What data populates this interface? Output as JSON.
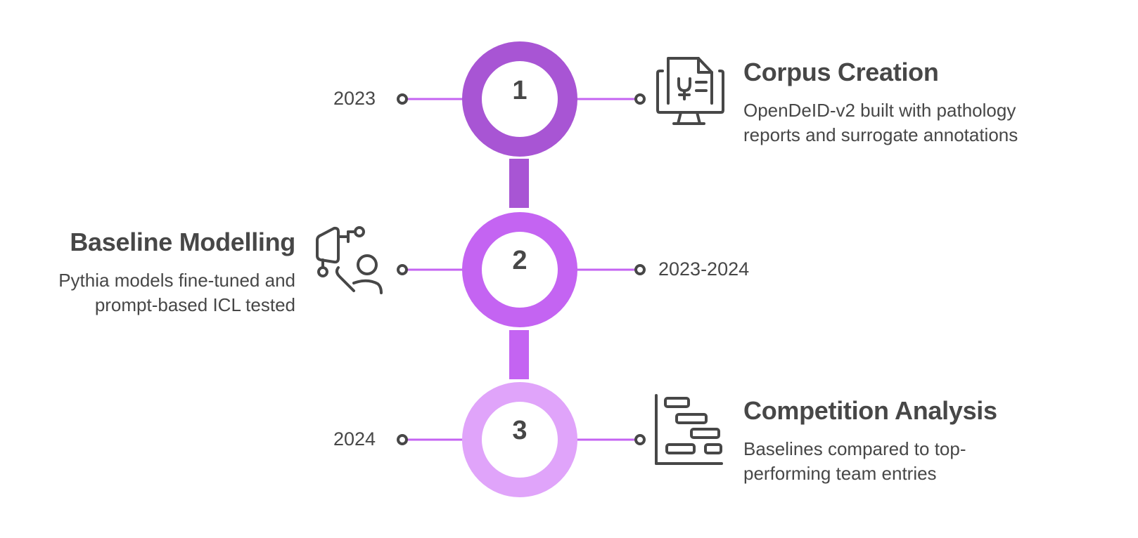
{
  "colors": {
    "step1": "#A855D4",
    "step2": "#C464F2",
    "step3": "#E0A4FA",
    "connector_line": "#C464F2",
    "text": "#474747",
    "icon_stroke": "#474747"
  },
  "steps": [
    {
      "number": "1",
      "title": "Corpus Creation",
      "description_lines": [
        "OpenDeID-v2 built with pathology",
        "reports and surrogate annotations"
      ],
      "date": "2023",
      "icon": "monitor-document-icon",
      "side": "right"
    },
    {
      "number": "2",
      "title": "Baseline Modelling",
      "description_lines": [
        "Pythia models fine-tuned and",
        "prompt-based ICL tested"
      ],
      "date": "2023-2024",
      "icon": "user-network-icon",
      "side": "left"
    },
    {
      "number": "3",
      "title": "Competition Analysis",
      "description_lines": [
        "Baselines compared to top-",
        "performing team entries"
      ],
      "date": "2024",
      "icon": "gantt-chart-icon",
      "side": "right"
    }
  ]
}
